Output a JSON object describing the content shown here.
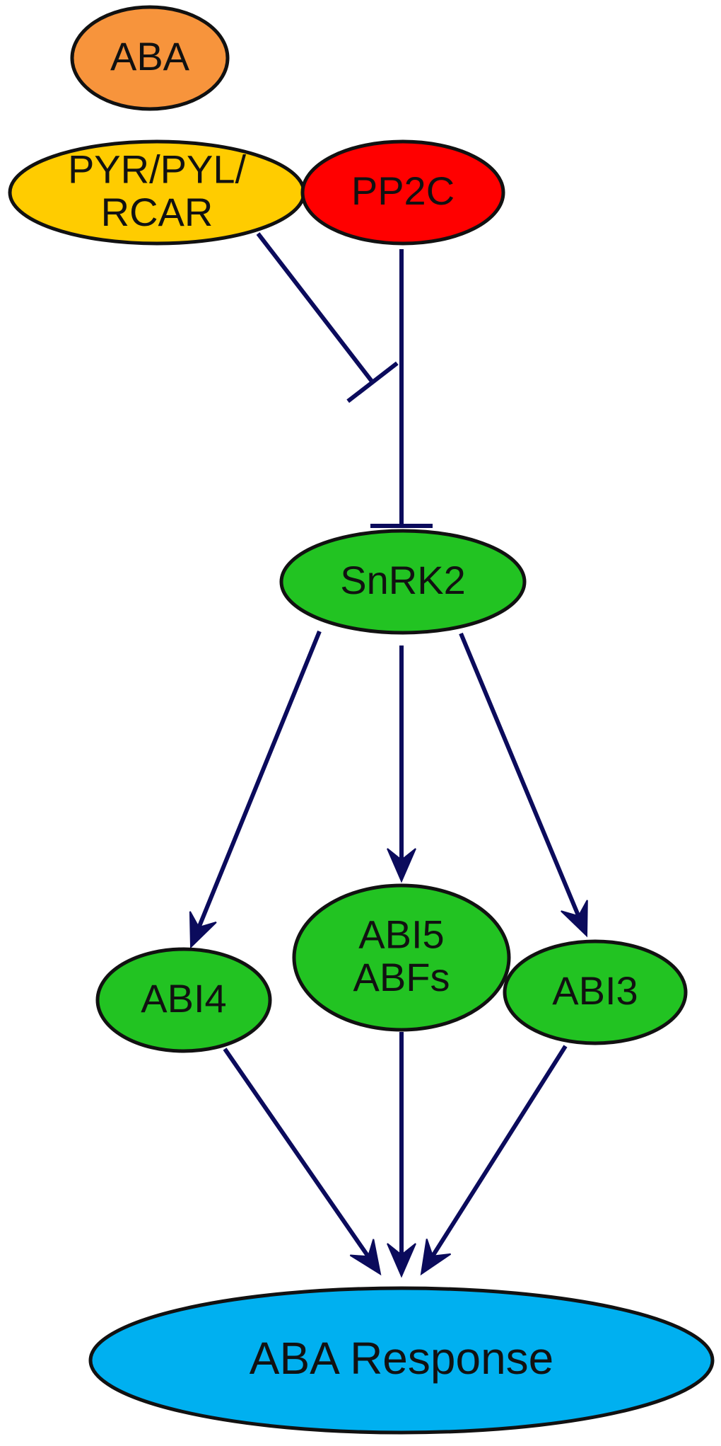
{
  "colors": {
    "edge": "#0b0b5c",
    "outline": "#111111"
  },
  "nodes": [
    {
      "id": "aba",
      "lines": [
        "ABA"
      ],
      "fill": "#f7943c"
    },
    {
      "id": "pyr",
      "lines": [
        "PYR/PYL/",
        "RCAR"
      ],
      "fill": "#ffcc00"
    },
    {
      "id": "pp2c",
      "lines": [
        "PP2C"
      ],
      "fill": "#ff0000"
    },
    {
      "id": "snrk2",
      "lines": [
        "SnRK2"
      ],
      "fill": "#22c322"
    },
    {
      "id": "abi4",
      "lines": [
        "ABI4"
      ],
      "fill": "#22c322"
    },
    {
      "id": "abi5",
      "lines": [
        "ABI5",
        "ABFs"
      ],
      "fill": "#22c322"
    },
    {
      "id": "abi3",
      "lines": [
        "ABI3"
      ],
      "fill": "#22c322"
    },
    {
      "id": "response",
      "lines": [
        "ABA Response"
      ],
      "fill": "#00b0f0"
    }
  ],
  "edges": [
    {
      "id": "pyr-inhibits-pp2c-edge",
      "from": "pyr",
      "to": "pp2c-edge",
      "type": "inhibit"
    },
    {
      "id": "pp2c-inhibits-snrk2",
      "from": "pp2c",
      "to": "snrk2",
      "type": "inhibit"
    },
    {
      "id": "snrk2-activates-abi4",
      "from": "snrk2",
      "to": "abi4",
      "type": "activate"
    },
    {
      "id": "snrk2-activates-abi5",
      "from": "snrk2",
      "to": "abi5",
      "type": "activate"
    },
    {
      "id": "snrk2-activates-abi3",
      "from": "snrk2",
      "to": "abi3",
      "type": "activate"
    },
    {
      "id": "abi4-activates-response",
      "from": "abi4",
      "to": "response",
      "type": "activate"
    },
    {
      "id": "abi5-activates-response",
      "from": "abi5",
      "to": "response",
      "type": "activate"
    },
    {
      "id": "abi3-activates-response",
      "from": "abi3",
      "to": "response",
      "type": "activate"
    }
  ]
}
